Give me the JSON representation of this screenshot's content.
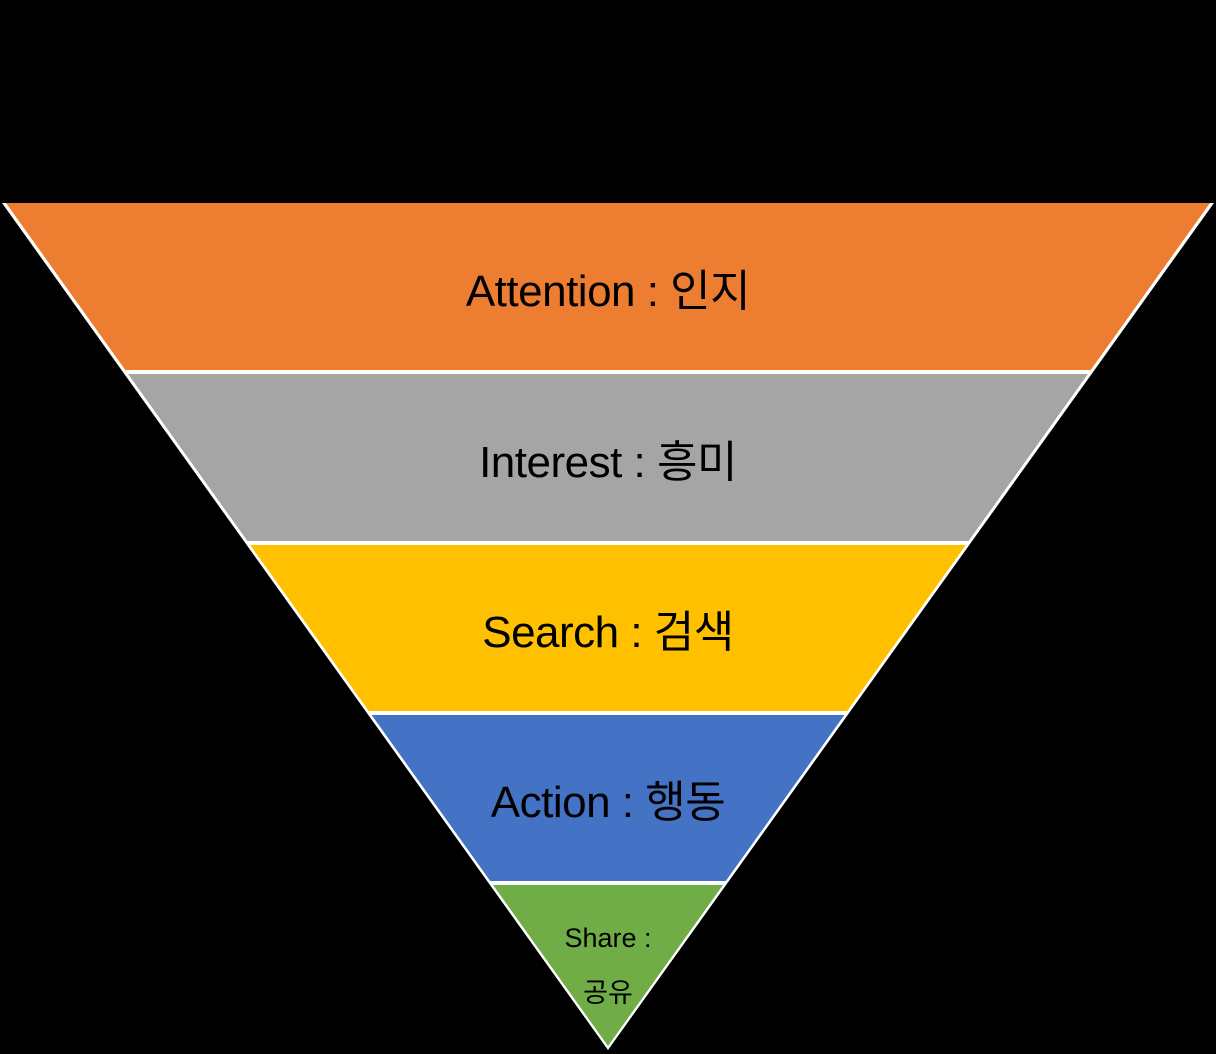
{
  "background_color": "#000000",
  "funnel": {
    "type": "inverted-pyramid",
    "edge_color": "#ffffff",
    "text_color": "#000000",
    "layers": [
      {
        "name": "attention",
        "label": "Attention : 인지",
        "label_en": "Attention",
        "label_ko": "인지",
        "color": "#ED7D31"
      },
      {
        "name": "interest",
        "label": "Interest : 흥미",
        "label_en": "Interest",
        "label_ko": "흥미",
        "color": "#A5A5A5"
      },
      {
        "name": "search",
        "label": "Search : 검색",
        "label_en": "Search",
        "label_ko": "검색",
        "color": "#FFC000"
      },
      {
        "name": "action",
        "label": "Action : 행동",
        "label_en": "Action",
        "label_ko": "행동",
        "color": "#4472C4"
      },
      {
        "name": "share",
        "label": "Share :",
        "label_line2": "공유",
        "label_en": "Share",
        "label_ko": "공유",
        "color": "#70AD47"
      }
    ]
  }
}
